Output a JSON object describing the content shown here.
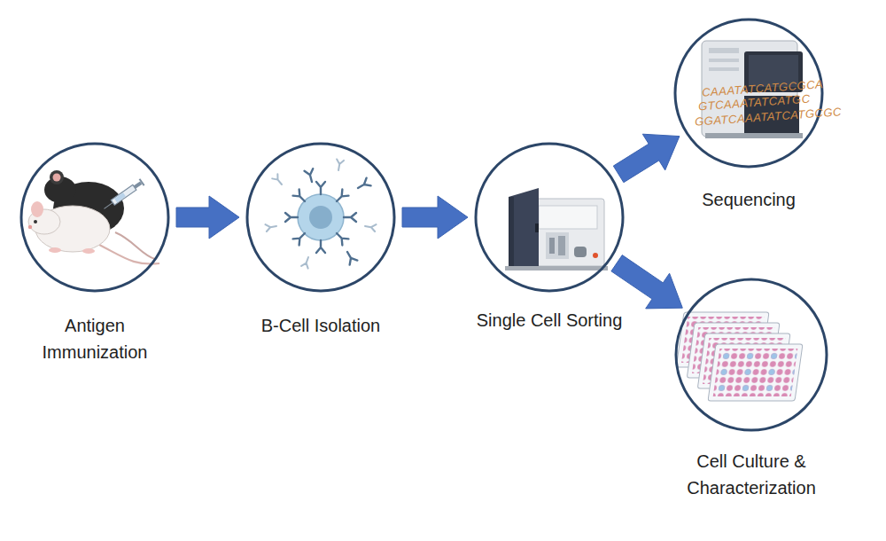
{
  "diagram": {
    "nodes": [
      {
        "text": [
          "Antigen Immunization"
        ]
      },
      {
        "text": [
          "B-Cell Isolation"
        ]
      },
      {
        "text": [
          "Single Cell Sorting"
        ]
      },
      {
        "text": [
          "Sequencing"
        ]
      },
      {
        "text": [
          "Cell Culture & Characterization"
        ]
      }
    ],
    "edges": [
      {
        "from": 0,
        "to": 1,
        "arrow": "to"
      },
      {
        "from": 1,
        "to": 2,
        "arrow": "to"
      },
      {
        "from": 2,
        "to": 3,
        "arrow": "to"
      },
      {
        "from": 2,
        "to": 4,
        "arrow": "to"
      }
    ],
    "labels": [
      "CAAATATCATGCGCA",
      "GTCAAATATCATGC",
      "GGATCAAATATCATGCGC"
    ]
  }
}
